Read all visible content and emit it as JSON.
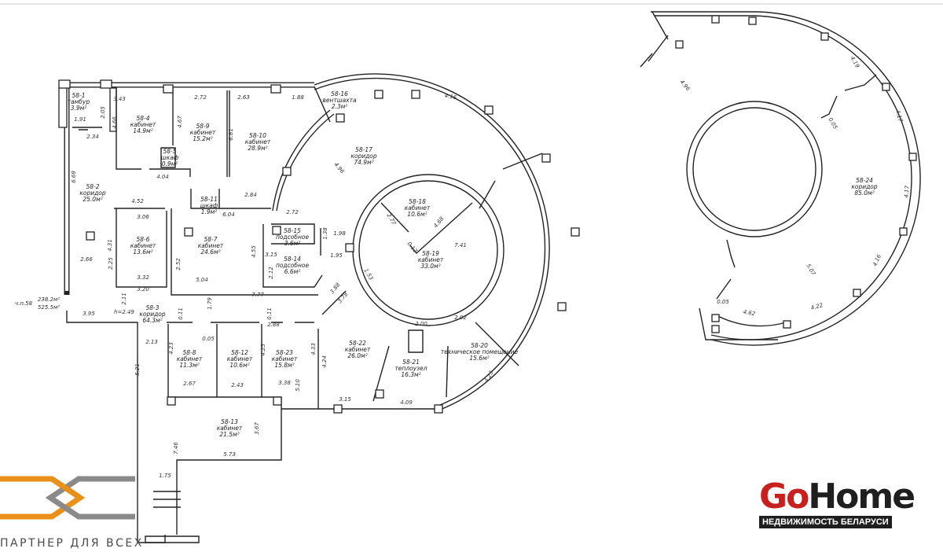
{
  "summary": {
    "unit": "ч.п.58",
    "area_1": "238.2м²",
    "area_2": "525.5м²"
  },
  "rooms": [
    {
      "id": "58-1",
      "name": "тамбур",
      "area": "3.9м²"
    },
    {
      "id": "58-2",
      "name": "коридор",
      "area": "25.0м²"
    },
    {
      "id": "58-3",
      "name": "коридор",
      "area": "64.3м²"
    },
    {
      "id": "58-4",
      "name": "кабинет",
      "area": "14.9м²"
    },
    {
      "id": "58-5",
      "name": "шкаф",
      "area": "0.9м²"
    },
    {
      "id": "58-6",
      "name": "кабинет",
      "area": "13.6м²"
    },
    {
      "id": "58-7",
      "name": "кабинет",
      "area": "24.6м²"
    },
    {
      "id": "58-8",
      "name": "кабинет",
      "area": "11.3м²"
    },
    {
      "id": "58-9",
      "name": "кабинет",
      "area": "15.2м²"
    },
    {
      "id": "58-10",
      "name": "кабинет",
      "area": "28.9м²"
    },
    {
      "id": "58-11",
      "name": "шкаф",
      "area": "1.9м²"
    },
    {
      "id": "58-12",
      "name": "кабинет",
      "area": "10.6м²"
    },
    {
      "id": "58-13",
      "name": "кабинет",
      "area": "21.5м²"
    },
    {
      "id": "58-14",
      "name": "подсобное",
      "area": "6.6м²"
    },
    {
      "id": "58-15",
      "name": "подсобное",
      "area": "3.6м²"
    },
    {
      "id": "58-16",
      "name": "вентшахта",
      "area": "2.3м²"
    },
    {
      "id": "58-17",
      "name": "коридор",
      "area": "74.9м²"
    },
    {
      "id": "58-18",
      "name": "кабинет",
      "area": "10.6м²"
    },
    {
      "id": "58-19",
      "name": "кабинет",
      "area": "33.0м²"
    },
    {
      "id": "58-20",
      "name": "техническое помещение",
      "area": "15.6м²"
    },
    {
      "id": "58-21",
      "name": "теплоузел",
      "area": "16.3м²"
    },
    {
      "id": "58-22",
      "name": "кабинет",
      "area": "26.0м²"
    },
    {
      "id": "58-23",
      "name": "кабинет",
      "area": "15.8м²"
    },
    {
      "id": "58-24",
      "name": "коридор",
      "area": "85.0м²"
    }
  ],
  "dims": [
    "3.43",
    "2.72",
    "2.63",
    "1.88",
    "1.91",
    "2.05",
    "2.34",
    "4.66",
    "4.67",
    "6.81",
    "4.04",
    "6.69",
    "4.52",
    "3.06",
    "6.04",
    "2.84",
    "2.72",
    "4.31",
    "2.66",
    "2.25",
    "2.52",
    "3.32",
    "5.04",
    "4.55",
    "3.15",
    "2.12",
    "1.38",
    "1.98",
    "1.95",
    "3.20",
    "7.77",
    "2.11",
    "1.79",
    "3.95",
    "h=2.49",
    "0.11",
    "0.11",
    "2.88",
    "0.05",
    "2.13",
    "4.23",
    "4.25",
    "4.33",
    "4.24",
    "2.67",
    "2.43",
    "3.38",
    "5.10",
    "3.15",
    "4.09",
    "2.00",
    "2.02",
    "4.23",
    "5.21",
    "3.67",
    "5.73",
    "7.46",
    "1.75",
    "3.88",
    "3.78",
    "4.96",
    "4.16",
    "2.77",
    "4.68",
    "0.12",
    "7.41",
    "1.53",
    "4.96",
    "4.19",
    "0.05",
    "4.17",
    "4.17",
    "4.16",
    "5.07",
    "4.22",
    "4.62",
    "0.05"
  ],
  "logos": {
    "partner_text": "ПАРТНЕР ДЛЯ ВСЕХ",
    "gohome_go": "Go",
    "gohome_home": "Home",
    "gohome_tagline": "НЕДВИЖИМОСТЬ БЕЛАРУСИ"
  },
  "colors": {
    "partner_orange": "#e8901a",
    "partner_gray": "#8a8a8a",
    "gohome_red": "#c8201e"
  }
}
